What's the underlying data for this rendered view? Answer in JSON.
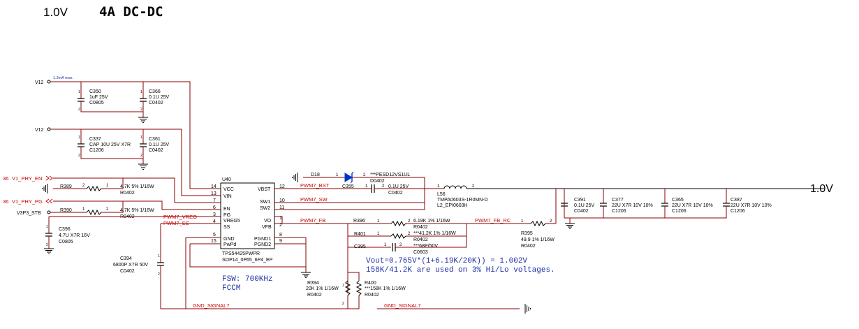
{
  "header": {
    "voltage": "1.0V",
    "title": "4A DC-DC"
  },
  "output_label": "1.0V",
  "power": {
    "v12_a": "V12",
    "v12_b": "V12",
    "current_note": "1.3mA max.",
    "v3p3": "V3P3_STB",
    "v1_en": "V1_PHY_EN",
    "v1_pg": "V1_PHY_PG",
    "sheet_ref_en": "36",
    "sheet_ref_pg": "36"
  },
  "ic": {
    "ref": "U40",
    "part": "TPS54425PWPR",
    "package": "SOP14_0P65_6P4_EP",
    "left_pins": [
      {
        "num": "14",
        "name": "VCC"
      },
      {
        "num": "13",
        "name": "VIN"
      },
      {
        "num": "7",
        "name": "EN"
      },
      {
        "num": "6",
        "name": "PG"
      },
      {
        "num": "3",
        "name": "VREG5"
      },
      {
        "num": "4",
        "name": "SS"
      },
      {
        "num": "5",
        "name": "GND"
      },
      {
        "num": "15",
        "name": "PwPd"
      }
    ],
    "right_pins": [
      {
        "num": "12",
        "name": "VBST"
      },
      {
        "num": "10",
        "name": "SW1"
      },
      {
        "num": "11",
        "name": "SW2"
      },
      {
        "num": "1",
        "name": "VO"
      },
      {
        "num": "2",
        "name": "VFB"
      },
      {
        "num": "8",
        "name": "PGND1"
      },
      {
        "num": "9",
        "name": "PGND2"
      }
    ]
  },
  "nets": {
    "bst": "PWM7_BST",
    "sw": "PWM7_SW",
    "vreg": "PWM7_VREG",
    "ss": "PWM7_SS",
    "fb": "PWM7_FB",
    "fb_rc": "PWM7_FB_RC",
    "gnd_a": "GND_SIGNAL7",
    "gnd_b": "GND_SIGNAL7"
  },
  "components": {
    "c350": {
      "ref": "C350",
      "value": "1uF 25V",
      "pkg": "C0805"
    },
    "c366": {
      "ref": "C366",
      "value": "0.1U 25V",
      "pkg": "C0402"
    },
    "c337": {
      "ref": "C337",
      "value": "CAP 10U 25V X7R",
      "pkg": "C1206"
    },
    "c361": {
      "ref": "C361",
      "value": "0.1U 25V",
      "pkg": "C0402"
    },
    "r389": {
      "ref": "R389",
      "value": "4.7K 5% 1/16W",
      "pkg": "R0402"
    },
    "r390": {
      "ref": "R390",
      "value": "4.7K 5% 1/16W",
      "pkg": "R0402"
    },
    "c396": {
      "ref": "C396",
      "value": "4.7U X7R 16V",
      "pkg": "C0805"
    },
    "c394": {
      "ref": "C394",
      "value": "6800P X7R 50V",
      "pkg": "C0402"
    },
    "d18": {
      "ref": "D18",
      "value": "***PESD12VS1UL",
      "pkg": "D0402"
    },
    "c355": {
      "ref": "C355",
      "value": "0.1U 25V",
      "pkg": "C0402"
    },
    "l56": {
      "ref": "L56",
      "value": "TMPA0603S-1R0MN-D",
      "pkg": "L2_EPI0603H"
    },
    "r396": {
      "ref": "R396",
      "value": "6.19K 1% 1/16W",
      "pkg": "R0402"
    },
    "r401": {
      "ref": "R401",
      "value": "***41.2K  1% 1/16W",
      "pkg": "R0402"
    },
    "c395": {
      "ref": "C395",
      "value": "***68P/50V",
      "pkg": "C0603"
    },
    "r395": {
      "ref": "R395",
      "value": "49.9 1% 1/16W",
      "pkg": "R0402"
    },
    "r394": {
      "ref": "R394",
      "value": "20K 1% 1/16W",
      "pkg": "R0402"
    },
    "r400": {
      "ref": "R400",
      "value": "***158K 1% 1/16W",
      "pkg": "R0402"
    },
    "c391": {
      "ref": "C391",
      "value": "0.1U 25V",
      "pkg": "C0402"
    },
    "c377": {
      "ref": "C377",
      "value": "22U X7R 10V 10%",
      "pkg": "C1206"
    },
    "c365": {
      "ref": "C365",
      "value": "22U X7R 10V 10%",
      "pkg": "C1206"
    },
    "c387": {
      "ref": "C387",
      "value": "22U X7R 10V 10%",
      "pkg": "C1206"
    }
  },
  "notes": {
    "vout": "Vout=0.765V*(1+6.19K/20K)) = 1.002V",
    "divider": "158K/41.2K are used on 3% Hi/Lo voltages.",
    "fsw": "FSW: 700KHz",
    "mode": "FCCM"
  },
  "colors": {
    "wire": "#8a0000",
    "net_label": "#cc0000",
    "note": "#2233aa",
    "diode": "#0033cc"
  }
}
